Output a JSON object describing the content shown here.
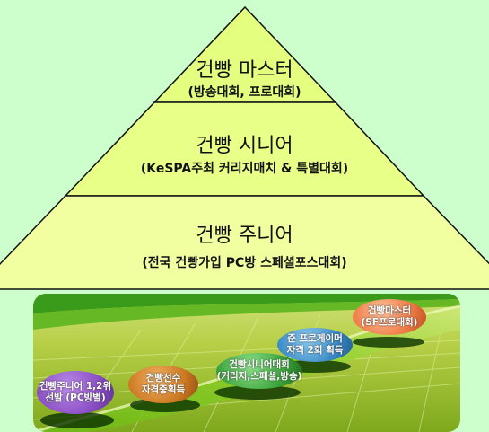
{
  "pyramid": {
    "tiers": [
      {
        "title": "건빵 마스터",
        "subtitle": "(방송대회, 프로대회)",
        "fill": "#e4ff80"
      },
      {
        "title": "건빵 시니어",
        "subtitle": "(KeSPA주최 커리지매치 & 특별대회)",
        "fill": "#e8ff88"
      },
      {
        "title": "건빵 주니어",
        "subtitle": "(전국 건빵가입 PC방 스페셜포스대회)",
        "fill": "#f2ffa0"
      }
    ],
    "outline_color": "#111111"
  },
  "path": {
    "stages": [
      {
        "line1": "건빵주니어 1,2위",
        "line2": "선발 (PC방별)",
        "color": "#8a4ec4"
      },
      {
        "line1": "건빵선수",
        "line2": "자격중획득",
        "color": "#cc7722"
      },
      {
        "line1": "건빵시니어대회",
        "line2": "(커리지,스페셜,방송)",
        "color": "#3aa23a"
      },
      {
        "line1": "준 프로게이머",
        "line2": "자격 2회 획득",
        "color": "#3a8ac6"
      },
      {
        "line1": "건빵마스터",
        "line2": "(SF프로대회)",
        "color": "#ee7a44"
      }
    ]
  }
}
